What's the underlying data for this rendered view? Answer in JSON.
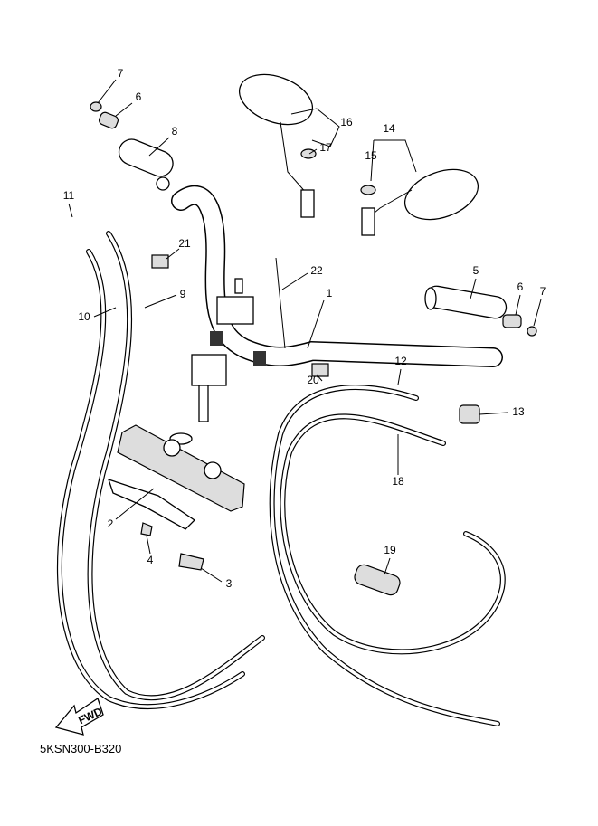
{
  "diagram_code": "5KSN300-B320",
  "fwd_arrow_text": "FWD",
  "callouts": [
    {
      "id": "c7a",
      "text": "7"
    },
    {
      "id": "c6a",
      "text": "6"
    },
    {
      "id": "c8",
      "text": "8"
    },
    {
      "id": "c16",
      "text": "16"
    },
    {
      "id": "c17",
      "text": "17"
    },
    {
      "id": "c14",
      "text": "14"
    },
    {
      "id": "c15",
      "text": "15"
    },
    {
      "id": "c11",
      "text": "11"
    },
    {
      "id": "c21",
      "text": "21"
    },
    {
      "id": "c22",
      "text": "22"
    },
    {
      "id": "c1",
      "text": "1"
    },
    {
      "id": "c5",
      "text": "5"
    },
    {
      "id": "c6b",
      "text": "6"
    },
    {
      "id": "c7b",
      "text": "7"
    },
    {
      "id": "c9",
      "text": "9"
    },
    {
      "id": "c10",
      "text": "10"
    },
    {
      "id": "c12",
      "text": "12"
    },
    {
      "id": "c20",
      "text": "20"
    },
    {
      "id": "c13",
      "text": "13"
    },
    {
      "id": "c18",
      "text": "18"
    },
    {
      "id": "c2",
      "text": "2"
    },
    {
      "id": "c4",
      "text": "4"
    },
    {
      "id": "c3",
      "text": "3"
    },
    {
      "id": "c19",
      "text": "19"
    }
  ]
}
